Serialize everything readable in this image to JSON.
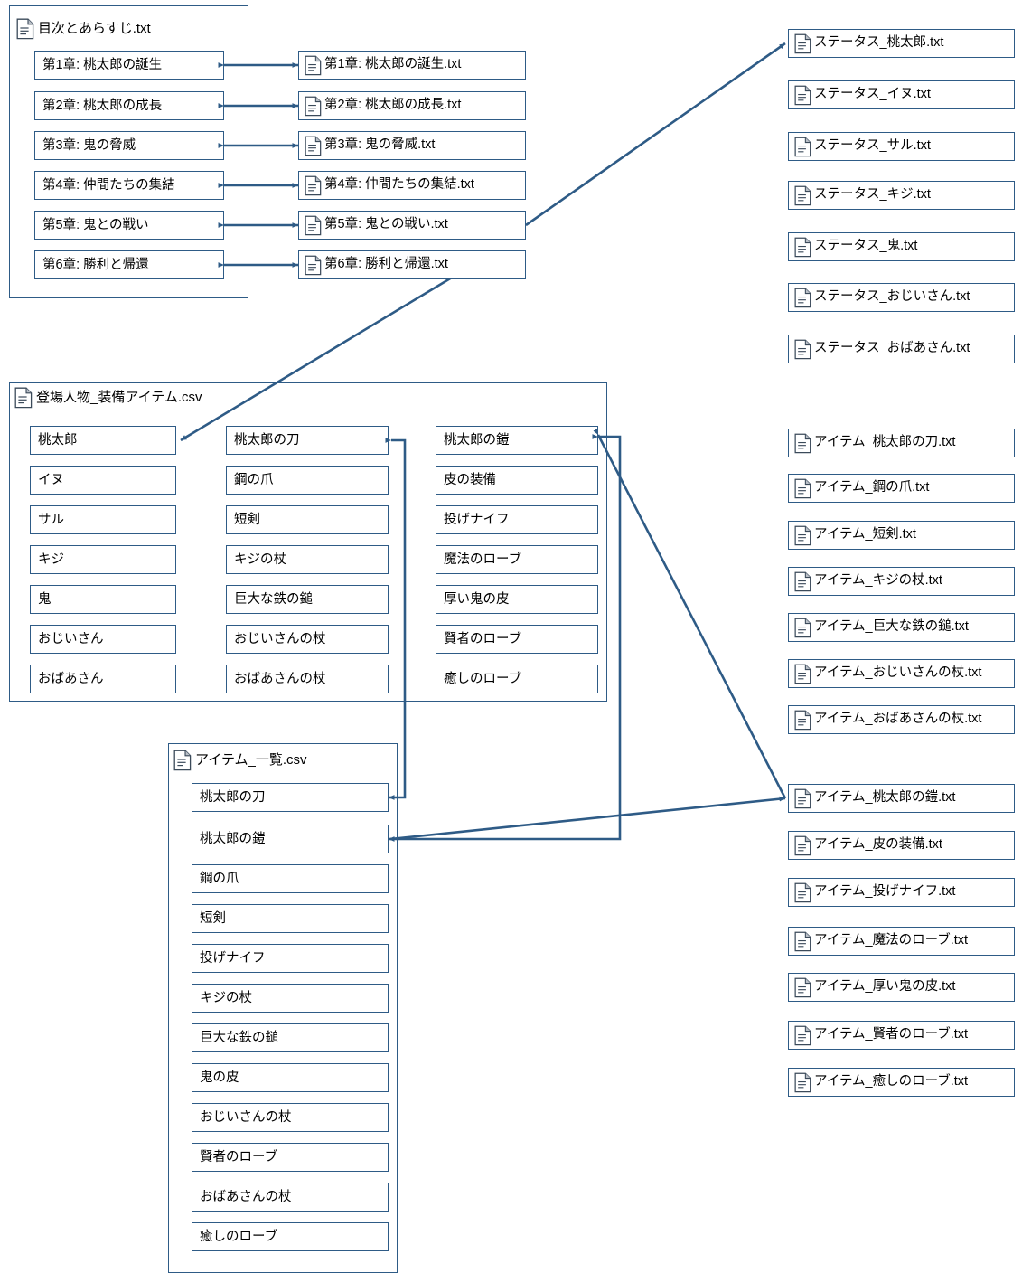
{
  "theme": {
    "line_color": "#2E5B86",
    "box_border": "#2E5B86",
    "background": "#FFFFFF",
    "text_color": "#000000"
  },
  "icons": {
    "document": "document-icon"
  },
  "groups": {
    "toc": {
      "title": "目次とあらすじ.txt",
      "chapters": [
        "第1章: 桃太郎の誕生",
        "第2章: 桃太郎の成長",
        "第3章: 鬼の脅威",
        "第4章: 仲間たちの集結",
        "第5章: 鬼との戦い",
        "第6章: 勝利と帰還"
      ]
    },
    "characters_equipment": {
      "title": "登場人物_装備アイテム.csv",
      "characters": [
        "桃太郎",
        "イヌ",
        "サル",
        "キジ",
        "鬼",
        "おじいさん",
        "おばあさん"
      ],
      "weapons": [
        "桃太郎の刀",
        "鋼の爪",
        "短剣",
        "キジの杖",
        "巨大な鉄の鎚",
        "おじいさんの杖",
        "おばあさんの杖"
      ],
      "armors": [
        "桃太郎の鎧",
        "皮の装備",
        "投げナイフ",
        "魔法のローブ",
        "厚い鬼の皮",
        "賢者のローブ",
        "癒しのローブ"
      ]
    },
    "item_list": {
      "title": "アイテム_一覧.csv",
      "items": [
        "桃太郎の刀",
        "桃太郎の鎧",
        "鋼の爪",
        "短剣",
        "投げナイフ",
        "キジの杖",
        "巨大な鉄の鎚",
        "鬼の皮",
        "おじいさんの杖",
        "賢者のローブ",
        "おばあさんの杖",
        "癒しのローブ"
      ]
    }
  },
  "chapter_files": [
    "第1章: 桃太郎の誕生.txt",
    "第2章: 桃太郎の成長.txt",
    "第3章: 鬼の脅威.txt",
    "第4章: 仲間たちの集結.txt",
    "第5章: 鬼との戦い.txt",
    "第6章: 勝利と帰還.txt"
  ],
  "status_files": [
    "ステータス_桃太郎.txt",
    "ステータス_イヌ.txt",
    "ステータス_サル.txt",
    "ステータス_キジ.txt",
    "ステータス_鬼.txt",
    "ステータス_おじいさん.txt",
    "ステータス_おばあさん.txt"
  ],
  "weapon_files": [
    "アイテム_桃太郎の刀.txt",
    "アイテム_鋼の爪.txt",
    "アイテム_短剣.txt",
    "アイテム_キジの杖.txt",
    "アイテム_巨大な鉄の鎚.txt",
    "アイテム_おじいさんの杖.txt",
    "アイテム_おばあさんの杖.txt"
  ],
  "armor_files": [
    "アイテム_桃太郎の鎧.txt",
    "アイテム_皮の装備.txt",
    "アイテム_投げナイフ.txt",
    "アイテム_魔法のローブ.txt",
    "アイテム_厚い鬼の皮.txt",
    "アイテム_賢者のローブ.txt",
    "アイテム_癒しのローブ.txt"
  ]
}
